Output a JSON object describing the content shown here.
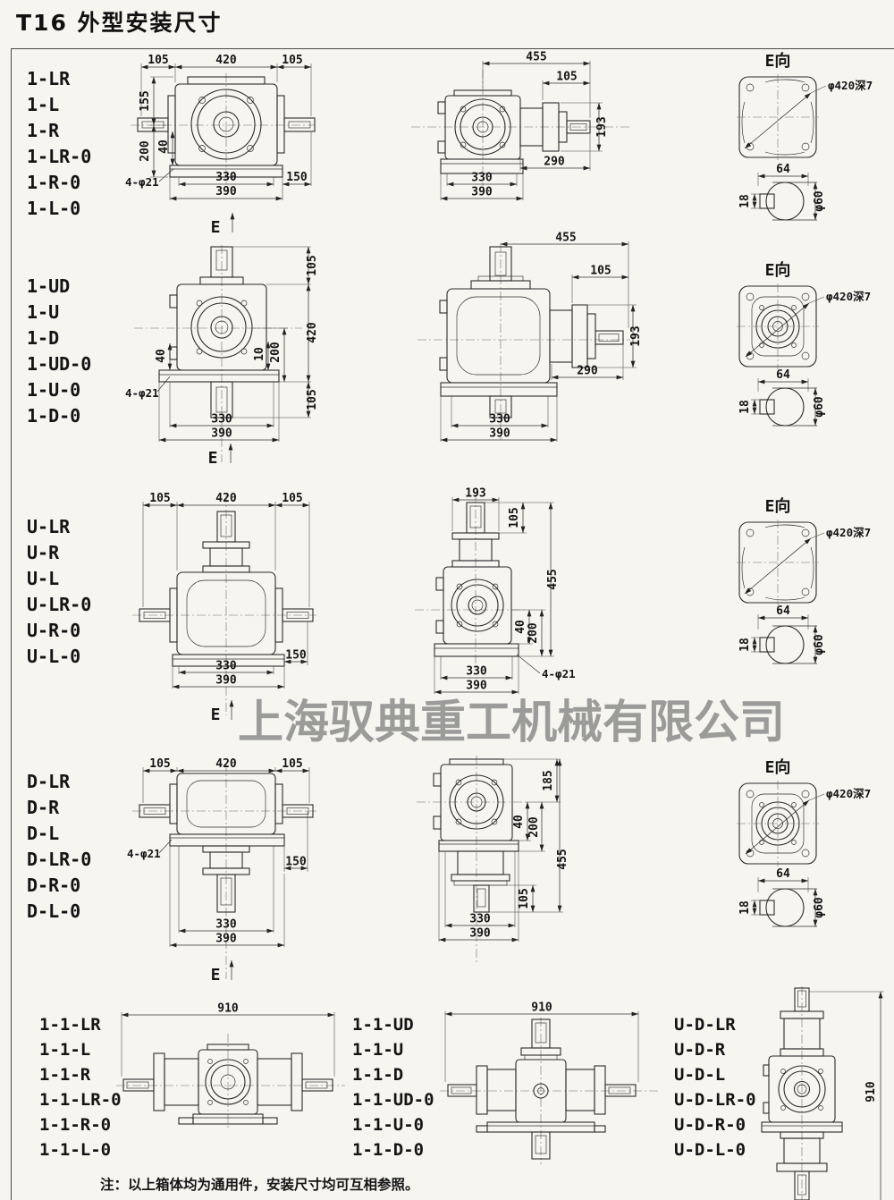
{
  "page": {
    "title": "T16 外型安装尺寸",
    "note": "注：以上箱体均为通用件，安装尺寸均可互相参照。",
    "watermark": "上海驭典重工机械有限公司"
  },
  "common": {
    "e_view": "E向",
    "e": "E",
    "flange_callout": "φ420深7",
    "hole_callout": "4-φ21",
    "d64": "64",
    "d18": "18",
    "d60": "φ60"
  },
  "row1": {
    "models": [
      "1-LR",
      "1-L",
      "1-R",
      "1-LR-0",
      "1-R-0",
      "1-L-0"
    ],
    "front": {
      "d105l": "105",
      "d420": "420",
      "d105r": "105",
      "d155": "155",
      "d200": "200",
      "d40": "40",
      "d330": "330",
      "d150": "150",
      "d390": "390"
    },
    "side": {
      "d455": "455",
      "d105": "105",
      "d193": "193",
      "d290": "290",
      "d330": "330",
      "d390": "390"
    }
  },
  "row2": {
    "models": [
      "1-UD",
      "1-U",
      "1-D",
      "1-UD-0",
      "1-U-0",
      "1-D-0"
    ],
    "front": {
      "d105t": "105",
      "d420": "420",
      "d105b": "105",
      "d40": "40",
      "d10": "10",
      "d200": "200",
      "d330": "330",
      "d390": "390"
    },
    "side": {
      "d455": "455",
      "d105": "105",
      "d193": "193",
      "d290": "290",
      "d330": "330",
      "d390": "390"
    }
  },
  "row3": {
    "models": [
      "U-LR",
      "U-R",
      "U-L",
      "U-LR-0",
      "U-R-0",
      "U-L-0"
    ],
    "front": {
      "d105l": "105",
      "d420": "420",
      "d105r": "105",
      "d330": "330",
      "d150": "150",
      "d390": "390"
    },
    "side": {
      "d193": "193",
      "d105": "105",
      "d455": "455",
      "d40": "40",
      "d200": "200",
      "d330": "330",
      "d390": "390"
    }
  },
  "row4": {
    "models": [
      "D-LR",
      "D-R",
      "D-L",
      "D-LR-0",
      "D-R-0",
      "D-L-0"
    ],
    "front": {
      "d105l": "105",
      "d420": "420",
      "d105r": "105",
      "d150": "150",
      "d330": "330",
      "d390": "390"
    },
    "side": {
      "d185": "185",
      "d40": "40",
      "d200": "200",
      "d455": "455",
      "d105": "105",
      "d330": "330",
      "d390": "390"
    }
  },
  "row5": {
    "group1": {
      "models": [
        "1-1-LR",
        "1-1-L",
        "1-1-R",
        "1-1-LR-0",
        "1-1-R-0",
        "1-1-L-0"
      ],
      "d910": "910"
    },
    "group2": {
      "models": [
        "1-1-UD",
        "1-1-U",
        "1-1-D",
        "1-1-UD-0",
        "1-1-U-0",
        "1-1-D-0"
      ],
      "d910": "910"
    },
    "group3": {
      "models": [
        "U-D-LR",
        "U-D-R",
        "U-D-L",
        "U-D-LR-0",
        "U-D-R-0",
        "U-D-L-0"
      ],
      "d910": "910"
    }
  }
}
